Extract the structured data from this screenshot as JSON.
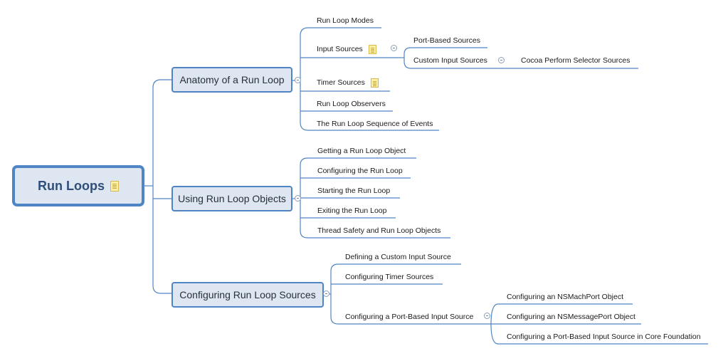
{
  "root": {
    "title": "Run Loops"
  },
  "branches": {
    "anatomy": {
      "label": "Anatomy of a Run Loop",
      "children": {
        "modes": "Run Loop Modes",
        "input_sources": "Input Sources",
        "port_based": "Port-Based Sources",
        "custom_input": "Custom Input Sources",
        "cocoa_perform": "Cocoa Perform Selector Sources",
        "timer_sources": "Timer Sources",
        "observers": "Run Loop Observers",
        "sequence": "The Run Loop Sequence of Events"
      }
    },
    "using": {
      "label": "Using Run Loop Objects",
      "children": {
        "getting": "Getting a Run Loop Object",
        "configuring": "Configuring the Run Loop",
        "starting": "Starting the Run Loop",
        "exiting": "Exiting the Run Loop",
        "thread_safety": "Thread Safety and Run Loop Objects"
      }
    },
    "sources": {
      "label": "Configuring Run Loop Sources",
      "children": {
        "defining_custom": "Defining a Custom Input Source",
        "config_timer": "Configuring Timer Sources",
        "config_port": "Configuring a Port-Based Input Source",
        "nsmachport": "Configuring an NSMachPort Object",
        "nsmessageport": "Configuring an NSMessagePort Object",
        "core_foundation": "Configuring a Port-Based Input Source in Core Foundation"
      }
    }
  },
  "colors": {
    "line": "#4f85c4",
    "node_fill": "#dde6f1",
    "note": "#fff0a8"
  },
  "icons": [
    "note-icon",
    "collapse-icon"
  ]
}
